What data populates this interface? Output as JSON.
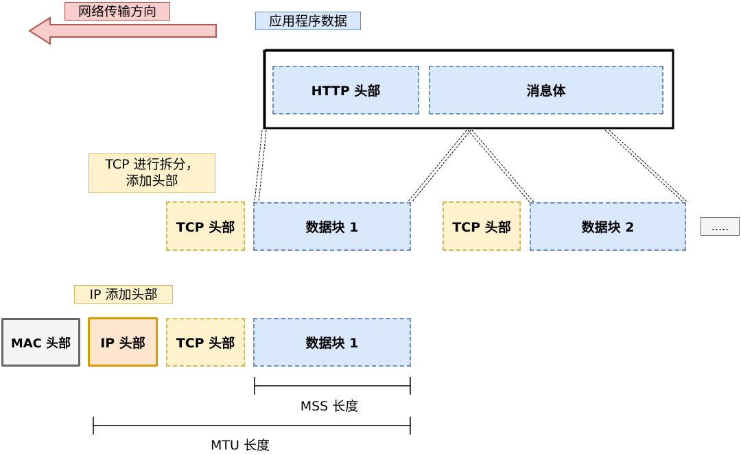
{
  "direction": {
    "label": "网络传输方向",
    "arrow_color": "#f8cecc",
    "arrow_stroke": "#b85450"
  },
  "app_data": {
    "label": "应用程序数据",
    "http_header": "HTTP 头部",
    "message_body": "消息体"
  },
  "tcp_split": {
    "label_line1": "TCP 进行拆分，",
    "label_line2": "添加头部",
    "tcp_header_1": "TCP 头部",
    "data_block_1": "数据块 1",
    "tcp_header_2": "TCP 头部",
    "data_block_2": "数据块 2",
    "ellipsis": "....."
  },
  "ip_layer": {
    "label": "IP 添加头部",
    "mac_header": "MAC 头部",
    "ip_header": "IP 头部",
    "tcp_header": "TCP 头部",
    "data_block": "数据块 1"
  },
  "measures": {
    "mss": "MSS 长度",
    "mtu": "MTU 长度"
  },
  "colors": {
    "blue_fill": "#dae8fc",
    "blue_stroke": "#6c8ebf",
    "yellow_fill": "#fff2cc",
    "yellow_stroke": "#d6b656",
    "orange_fill": "#ffe6cc",
    "orange_stroke": "#d79b00",
    "gray_fill": "#f5f5f5",
    "gray_stroke": "#666666"
  }
}
